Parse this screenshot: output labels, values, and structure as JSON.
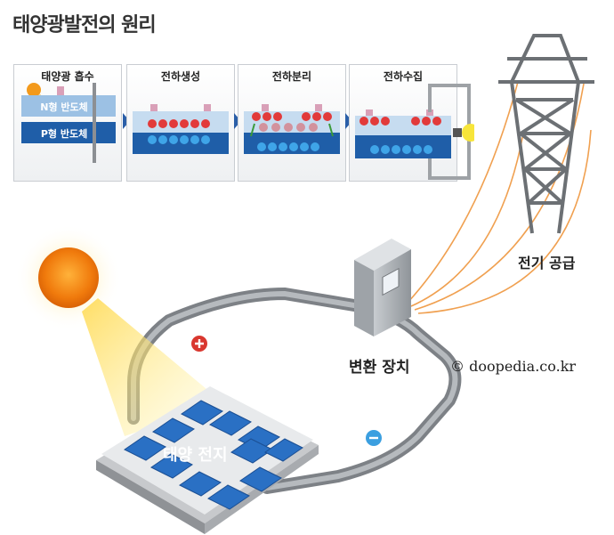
{
  "title": "태양광발전의 원리",
  "steps": [
    {
      "label": "태양광 흡수"
    },
    {
      "label": "전하생성"
    },
    {
      "label": "전하분리"
    },
    {
      "label": "전하수집"
    }
  ],
  "layers": {
    "n_type": "N형 반도체",
    "p_type": "P형 반도체"
  },
  "labels": {
    "solar_cell": "태양 전지",
    "inverter": "변환 장치",
    "power_supply": "전기 공급",
    "copyright": "© doopedia.co.kr"
  },
  "colors": {
    "sun": "#f08a10",
    "panel_blue": "#1f5ea8",
    "wire": "#8b8f94",
    "power_line": "#f0a050"
  }
}
